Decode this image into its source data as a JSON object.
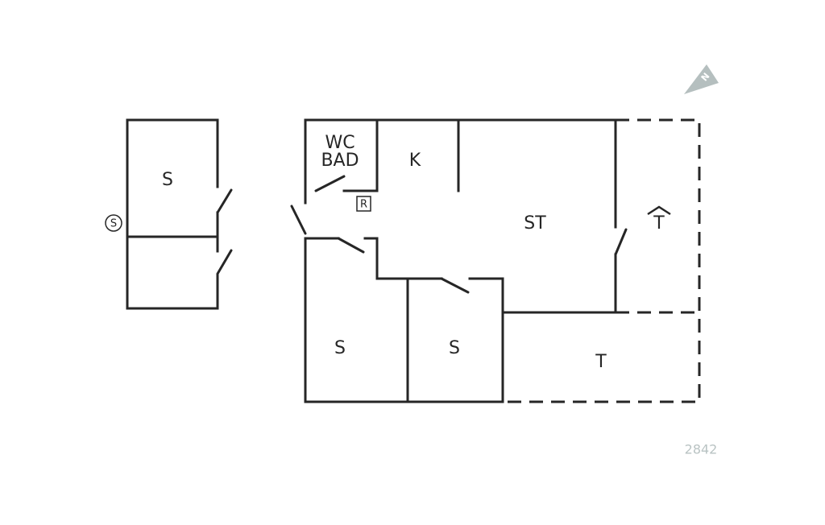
{
  "rooms": {
    "annex_bedroom": "S",
    "wc_bad_line1": "WC",
    "wc_bad_line2": "BAD",
    "kitchen": "K",
    "living_room": "ST",
    "bedroom_left": "S",
    "bedroom_middle": "S",
    "terrace_bottom": "T"
  },
  "symbols": {
    "sauna": "S",
    "radiator": "R",
    "terrace_covered": "T",
    "north": "N"
  },
  "plan_number": "2842",
  "colors": {
    "lines": "#262626",
    "north_arrow": "#b5bfbf",
    "plan_number": "#b9c3c3"
  }
}
